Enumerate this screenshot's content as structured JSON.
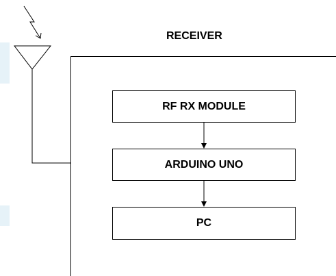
{
  "diagram": {
    "title": "RECEIVER",
    "blocks": [
      {
        "id": "rf-rx-module",
        "label": "RF RX MODULE"
      },
      {
        "id": "arduino-uno",
        "label": "ARDUINO UNO"
      },
      {
        "id": "pc",
        "label": "PC"
      }
    ],
    "connections": [
      {
        "from": "rf-rx-module",
        "to": "arduino-uno"
      },
      {
        "from": "arduino-uno",
        "to": "pc"
      }
    ],
    "icons": [
      "signal-icon",
      "antenna-icon"
    ]
  },
  "colors": {
    "line": "#000000",
    "edge_tint": "#e6f2f8"
  }
}
